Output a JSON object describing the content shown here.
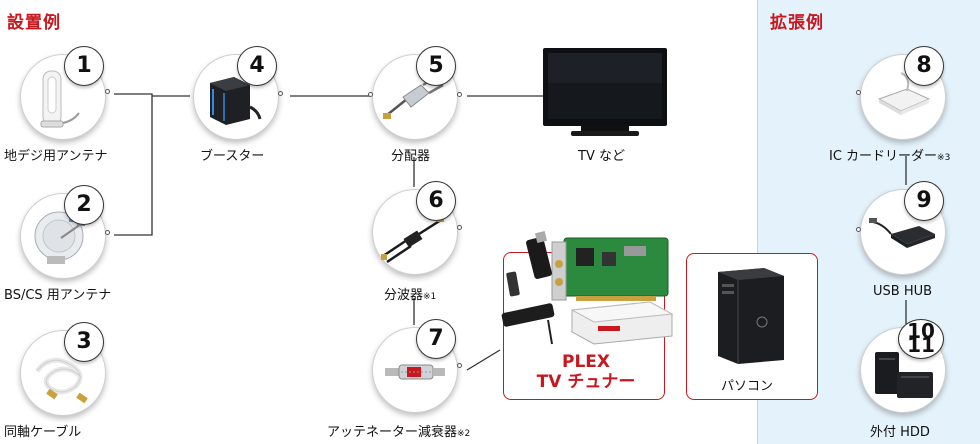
{
  "sections": {
    "install": "設置例",
    "expand": "拡張例"
  },
  "nodes": [
    {
      "num": "1",
      "label": "地デジ用アンテナ",
      "note": ""
    },
    {
      "num": "2",
      "label": "BS/CS 用アンテナ",
      "note": ""
    },
    {
      "num": "3",
      "label": "同軸ケーブル",
      "note": ""
    },
    {
      "num": "4",
      "label": "ブースター",
      "note": ""
    },
    {
      "num": "5",
      "label": "分配器",
      "note": ""
    },
    {
      "num": "6",
      "label": "分波器",
      "note": "※1"
    },
    {
      "num": "7",
      "label": "アッテネーター減衰器",
      "note": "※2"
    },
    {
      "num": "8",
      "label": "IC カードリーダー",
      "note": "※3"
    },
    {
      "num": "9",
      "label": "USB HUB",
      "note": ""
    },
    {
      "num_a": "10",
      "num_b": "11",
      "label": "外付 HDD",
      "note": ""
    }
  ],
  "tv": {
    "label": "TV など"
  },
  "tuner": {
    "line1": "PLEX",
    "line2": "TV チュナー"
  },
  "pc": {
    "label": "パソコン"
  },
  "colors": {
    "accent": "#c8171e",
    "panel": "#e4f2fb"
  }
}
